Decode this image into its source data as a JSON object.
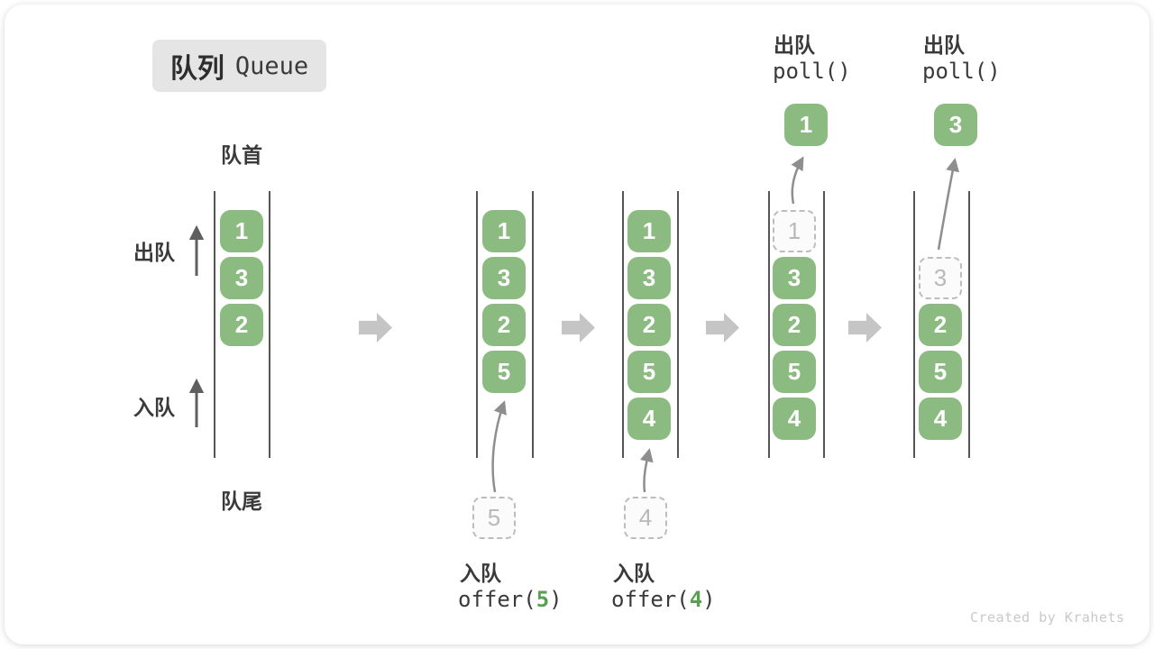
{
  "badge": {
    "zh": "队列",
    "en": "Queue"
  },
  "side": {
    "front": "队首",
    "rear": "队尾",
    "dequeue": "出队",
    "enqueue": "入队"
  },
  "watermark": "Created by Krahets",
  "colors": {
    "cell_green": "#8cbb81",
    "code_green": "#5aa052",
    "ghost_gray": "#b9b9b9",
    "block_arrow_gray": "#c5c5c5",
    "wall_gray": "#555555",
    "text_dark": "#3a3a3a",
    "badge_bg": "#e5e5e5"
  },
  "columns": [
    {
      "cells": [
        "1",
        "3",
        "2"
      ]
    },
    {
      "cells": [
        "1",
        "3",
        "2",
        "5"
      ],
      "ghost": "5",
      "op_zh": "入队",
      "code_pre": "offer(",
      "code_arg": "5",
      "code_post": ")"
    },
    {
      "cells": [
        "1",
        "3",
        "2",
        "5",
        "4"
      ],
      "ghost": "4",
      "op_zh": "入队",
      "code_pre": "offer(",
      "code_arg": "4",
      "code_post": ")"
    },
    {
      "cells": [
        "3",
        "2",
        "5",
        "4"
      ],
      "ghost": "1",
      "out": "1",
      "op_zh": "出队",
      "code": "poll()"
    },
    {
      "cells": [
        "2",
        "5",
        "4"
      ],
      "ghost": "3",
      "out": "3",
      "op_zh": "出队",
      "code": "poll()"
    }
  ]
}
